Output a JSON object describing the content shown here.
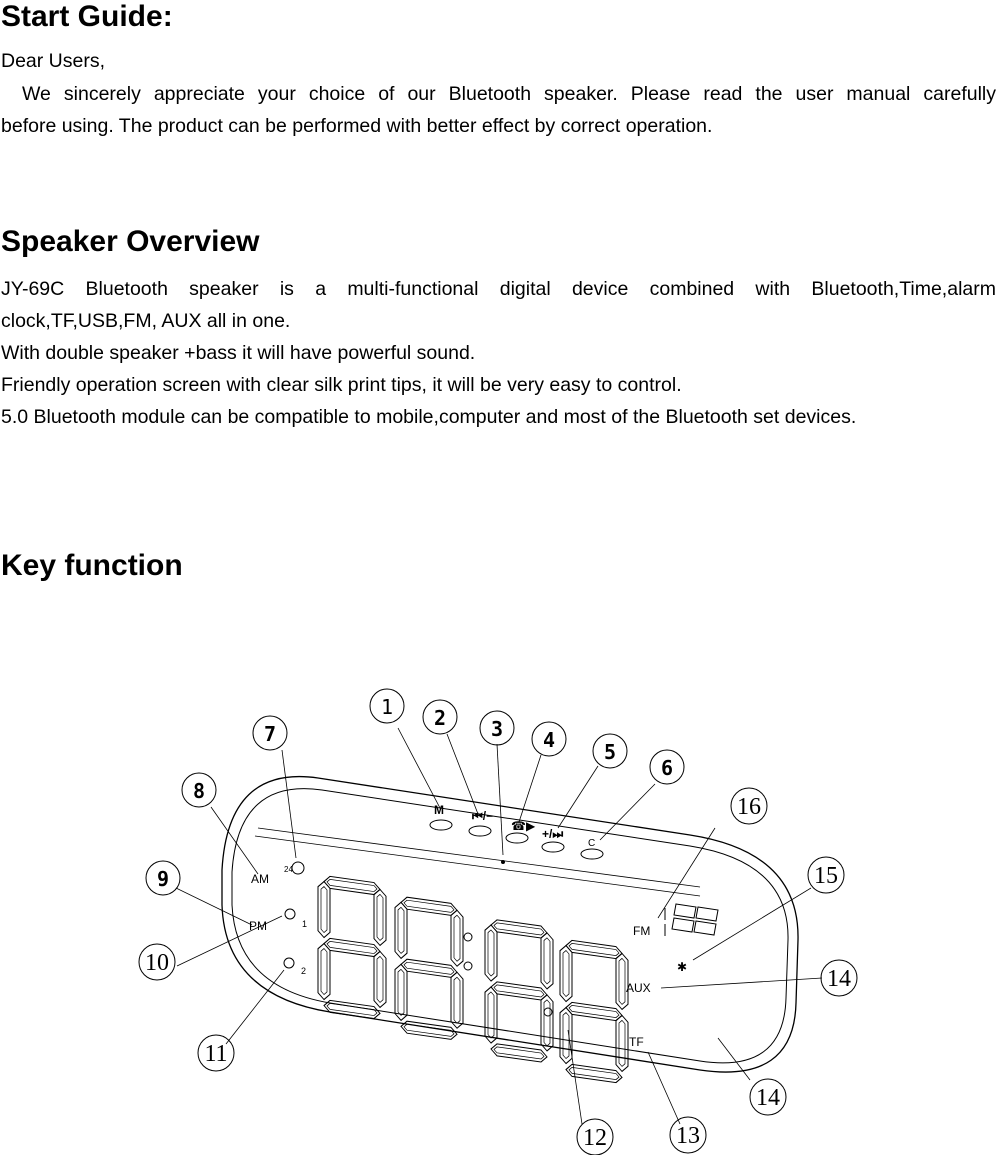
{
  "start_guide": {
    "heading": "Start Guide:",
    "greeting": "Dear Users,",
    "para1_line1": "We sincerely appreciate your choice of our Bluetooth speaker. Please read the user manual carefully",
    "para1_line2": "before using. The product can be performed with better effect by correct operation."
  },
  "overview": {
    "heading": "Speaker Overview",
    "line1": "JY-69C Bluetooth speaker is a multi-functional digital device combined with Bluetooth,Time,alarm",
    "line2": "clock,TF,USB,FM, AUX all in one.",
    "line3": "With double speaker +bass it will have powerful sound.",
    "line4": "Friendly operation screen with clear silk print tips, it will be very easy to control.",
    "line5": "5.0 Bluetooth module can be compatible to mobile,computer and most of the Bluetooth set devices."
  },
  "key_function": {
    "heading": "Key function",
    "callouts": [
      "1",
      "2",
      "3",
      "4",
      "5",
      "6",
      "7",
      "8",
      "9",
      "10",
      "11",
      "12",
      "13",
      "14",
      "14",
      "15",
      "16"
    ],
    "silk_labels": {
      "m_key": "M",
      "c_key": "C",
      "am": "AM",
      "pm": "PM",
      "h24": "24",
      "alarm1": "1",
      "alarm2": "2",
      "fm": "FM",
      "aux": "AUX",
      "tf": "TF"
    }
  }
}
